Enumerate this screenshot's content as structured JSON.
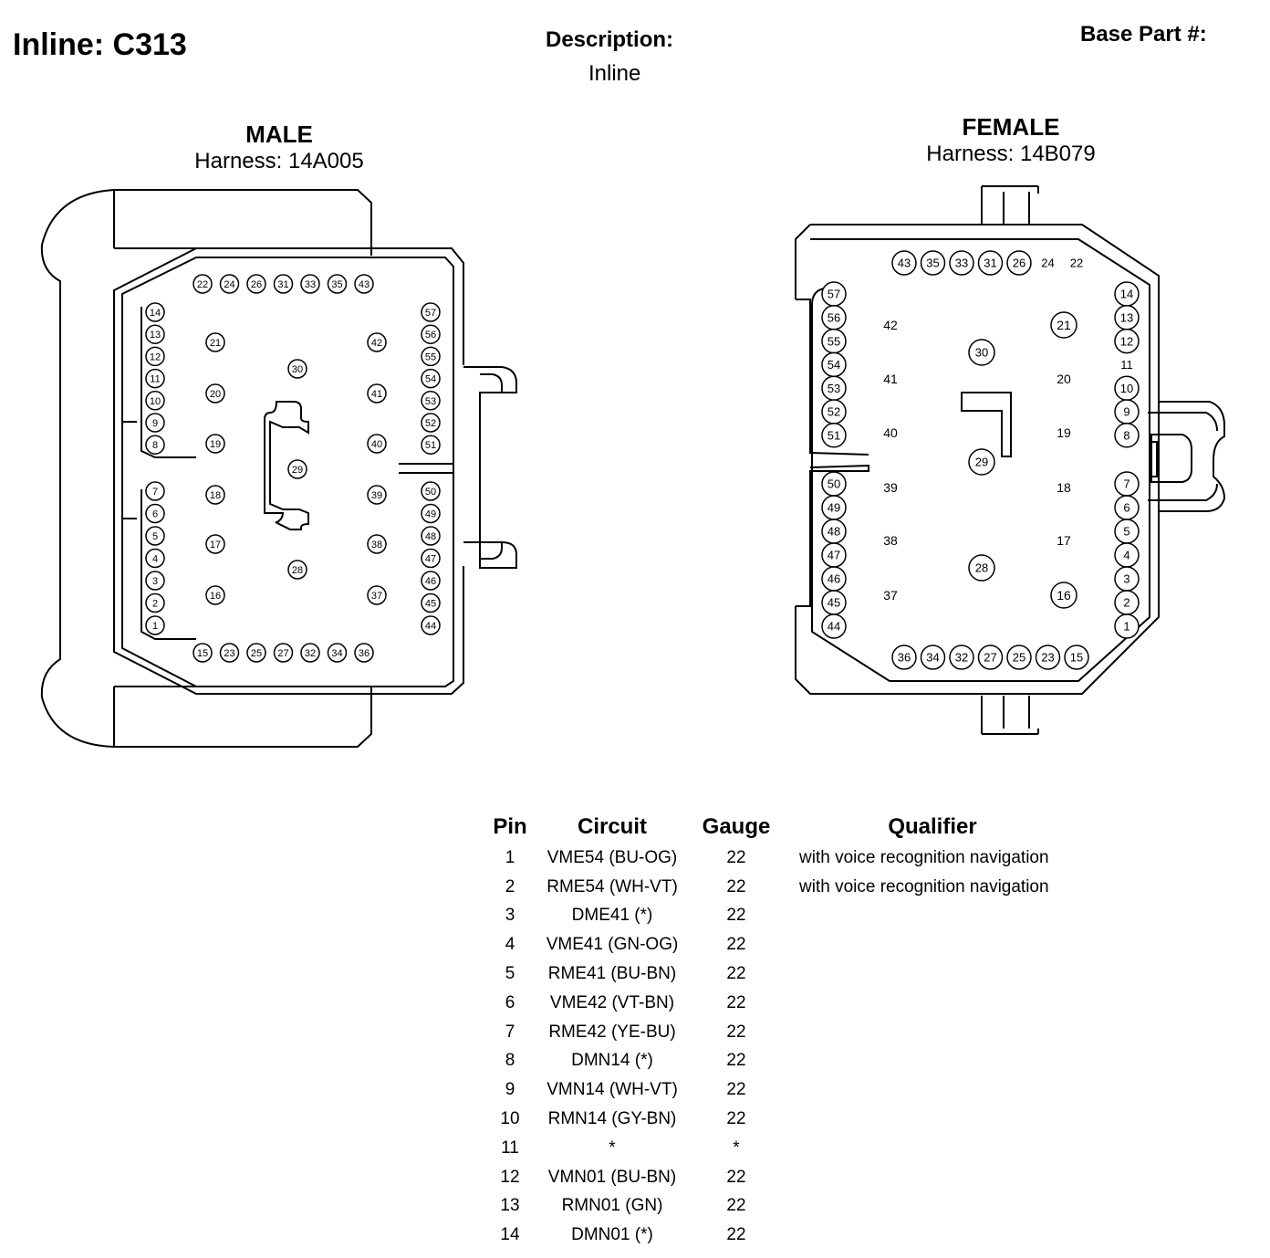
{
  "header": {
    "title": "Inline: C313",
    "description_label": "Description:",
    "description_value": "Inline",
    "base_part_label": "Base Part #:"
  },
  "male": {
    "label": "MALE",
    "harness": "Harness: 14A005",
    "top_row": [
      "22",
      "24",
      "26",
      "31",
      "33",
      "35",
      "43"
    ],
    "bottom_row": [
      "15",
      "23",
      "25",
      "27",
      "32",
      "34",
      "36"
    ],
    "left_upper": [
      "14",
      "13",
      "12",
      "11",
      "10",
      "9",
      "8"
    ],
    "left_lower": [
      "7",
      "6",
      "5",
      "4",
      "3",
      "2",
      "1"
    ],
    "right_upper": [
      "57",
      "56",
      "55",
      "54",
      "53",
      "52",
      "51"
    ],
    "right_lower": [
      "50",
      "49",
      "48",
      "47",
      "46",
      "45",
      "44"
    ],
    "inner_left": [
      "21",
      "20",
      "19",
      "18",
      "17",
      "16"
    ],
    "inner_right": [
      "42",
      "41",
      "40",
      "39",
      "38",
      "37"
    ],
    "center": [
      "30",
      "29",
      "28"
    ]
  },
  "female": {
    "label": "FEMALE",
    "harness": "Harness: 14B079",
    "top_row": [
      "43",
      "35",
      "33",
      "31",
      "26",
      "24",
      "22"
    ],
    "bottom_row": [
      "36",
      "34",
      "32",
      "27",
      "25",
      "23",
      "15"
    ],
    "left_upper": [
      "57",
      "56",
      "55",
      "54",
      "53",
      "52",
      "51"
    ],
    "left_lower": [
      "50",
      "49",
      "48",
      "47",
      "46",
      "45",
      "44"
    ],
    "right_upper": [
      "14",
      "13",
      "12",
      "11",
      "10",
      "9",
      "8"
    ],
    "right_lower": [
      "7",
      "6",
      "5",
      "4",
      "3",
      "2",
      "1"
    ],
    "inner_left": [
      "42",
      "41",
      "40",
      "39",
      "38",
      "37"
    ],
    "inner_right": [
      "21",
      "20",
      "19",
      "18",
      "17",
      "16"
    ],
    "center": [
      "30",
      "29",
      "28"
    ]
  },
  "table": {
    "headers": {
      "pin": "Pin",
      "circuit": "Circuit",
      "gauge": "Gauge",
      "qualifier": "Qualifier"
    },
    "rows": [
      {
        "pin": "1",
        "circuit": "VME54 (BU-OG)",
        "gauge": "22",
        "qualifier": "with voice recognition navigation"
      },
      {
        "pin": "2",
        "circuit": "RME54 (WH-VT)",
        "gauge": "22",
        "qualifier": "with voice recognition navigation"
      },
      {
        "pin": "3",
        "circuit": "DME41 (*)",
        "gauge": "22",
        "qualifier": ""
      },
      {
        "pin": "4",
        "circuit": "VME41 (GN-OG)",
        "gauge": "22",
        "qualifier": ""
      },
      {
        "pin": "5",
        "circuit": "RME41 (BU-BN)",
        "gauge": "22",
        "qualifier": ""
      },
      {
        "pin": "6",
        "circuit": "VME42 (VT-BN)",
        "gauge": "22",
        "qualifier": ""
      },
      {
        "pin": "7",
        "circuit": "RME42 (YE-BU)",
        "gauge": "22",
        "qualifier": ""
      },
      {
        "pin": "8",
        "circuit": "DMN14 (*)",
        "gauge": "22",
        "qualifier": ""
      },
      {
        "pin": "9",
        "circuit": "VMN14 (WH-VT)",
        "gauge": "22",
        "qualifier": ""
      },
      {
        "pin": "10",
        "circuit": "RMN14 (GY-BN)",
        "gauge": "22",
        "qualifier": ""
      },
      {
        "pin": "11",
        "circuit": "*",
        "gauge": "*",
        "qualifier": ""
      },
      {
        "pin": "12",
        "circuit": "VMN01 (BU-BN)",
        "gauge": "22",
        "qualifier": ""
      },
      {
        "pin": "13",
        "circuit": "RMN01 (GN)",
        "gauge": "22",
        "qualifier": ""
      },
      {
        "pin": "14",
        "circuit": "DMN01 (*)",
        "gauge": "22",
        "qualifier": ""
      }
    ]
  }
}
